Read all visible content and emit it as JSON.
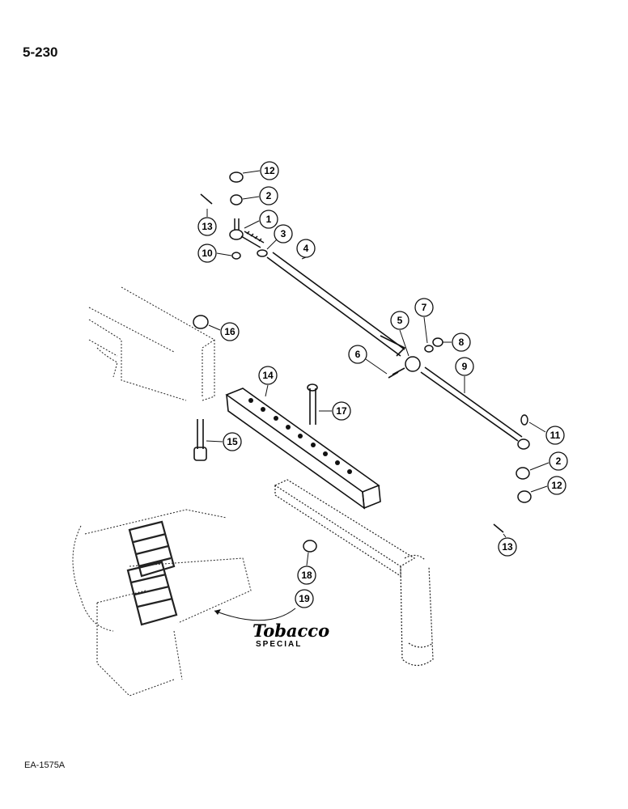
{
  "page_label": "5-230",
  "figure_code": "EA-1575A",
  "brand": {
    "script": "Tobacco",
    "sub": "SPECIAL"
  },
  "callouts": [
    "12",
    "2",
    "1",
    "3",
    "4",
    "13",
    "10",
    "16",
    "5",
    "7",
    "8",
    "6",
    "9",
    "14",
    "17",
    "15",
    "11",
    "2",
    "12",
    "13",
    "18",
    "19"
  ]
}
